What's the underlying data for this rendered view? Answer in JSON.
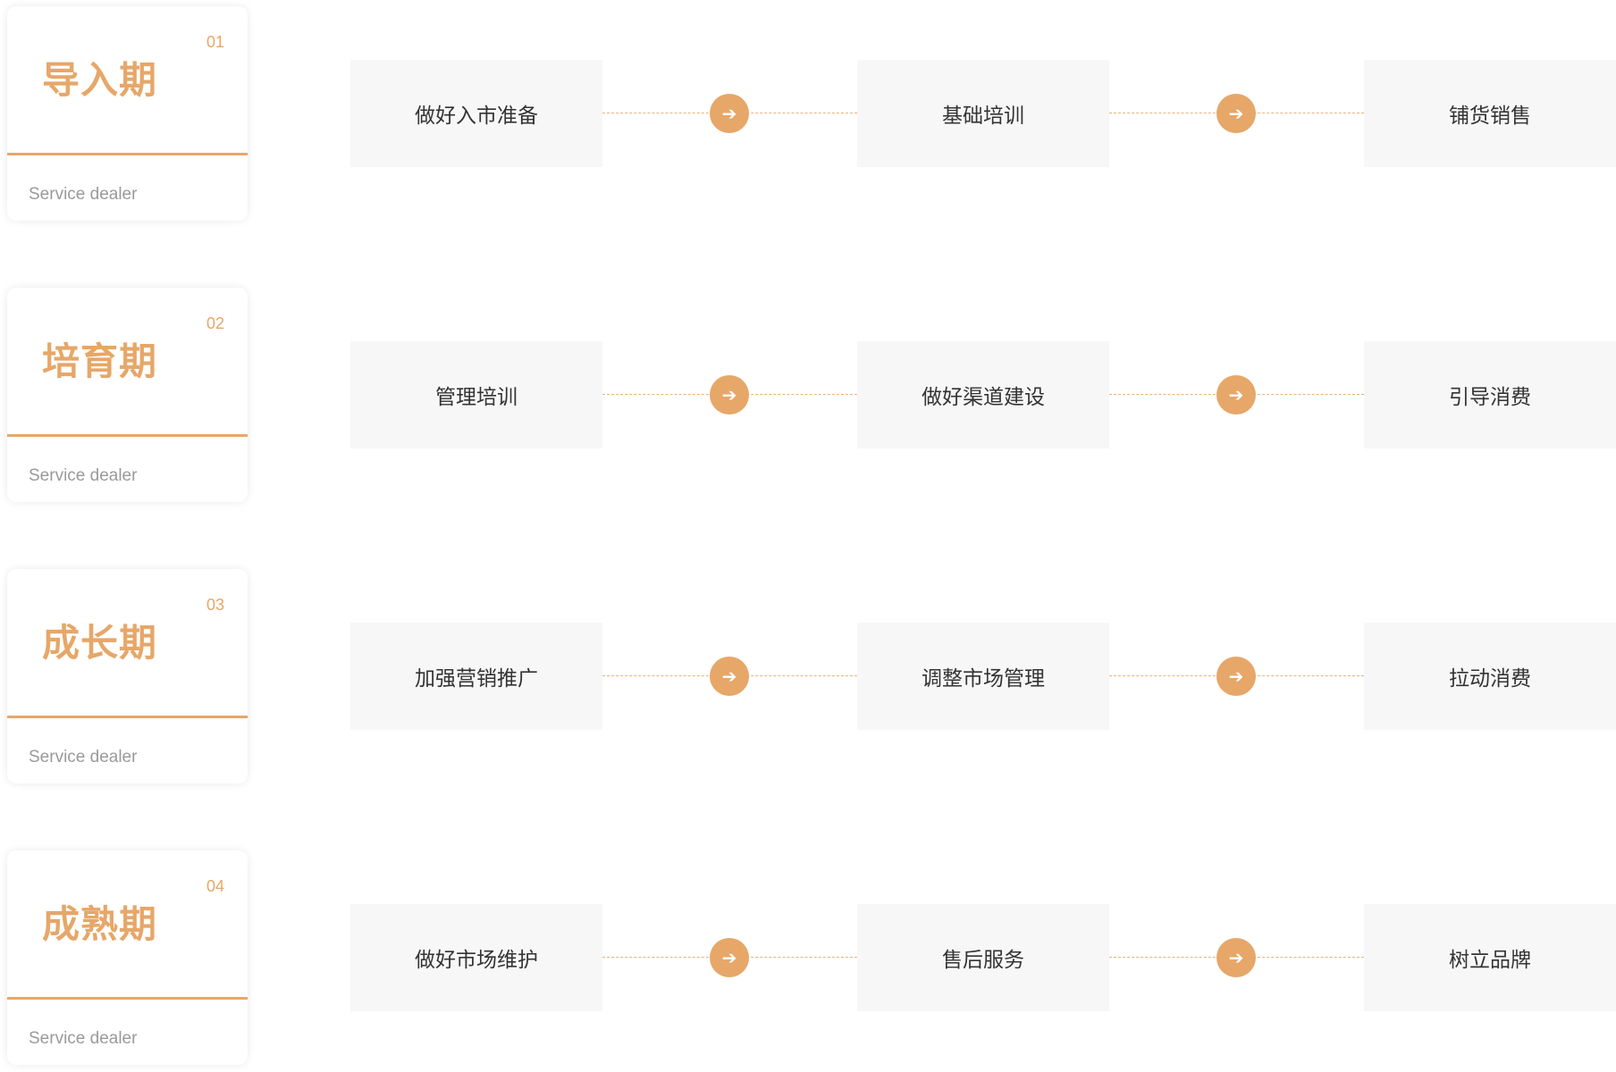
{
  "accent_color": "#e6a769",
  "icons": {
    "arrow": "arrow-right-icon"
  },
  "stages": [
    {
      "number": "01",
      "title": "导入期",
      "subtitle": "Service dealer",
      "steps": [
        "做好入市准备",
        "基础培训",
        "铺货销售"
      ]
    },
    {
      "number": "02",
      "title": "培育期",
      "subtitle": "Service dealer",
      "steps": [
        "管理培训",
        "做好渠道建设",
        "引导消费"
      ]
    },
    {
      "number": "03",
      "title": "成长期",
      "subtitle": "Service dealer",
      "steps": [
        "加强营销推广",
        "调整市场管理",
        "拉动消费"
      ]
    },
    {
      "number": "04",
      "title": "成熟期",
      "subtitle": "Service dealer",
      "steps": [
        "做好市场维护",
        "售后服务",
        "树立品牌"
      ]
    }
  ]
}
